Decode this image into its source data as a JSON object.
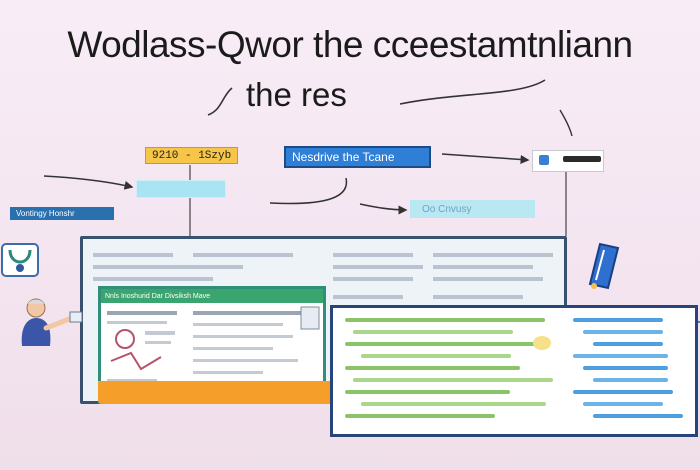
{
  "header": {
    "title": "Wodlass-Qwor the cceestamtnliann",
    "subtitle": "the res"
  },
  "labels": {
    "yellow_tag": "9210 - 1Szyb",
    "blue_tag": "Nesdrive the Tcane",
    "left_tag": "Vontingy Honshr",
    "cyan_bar_text": "Oo Cnvusy"
  },
  "panel": {
    "header_text": "Nnls   Inoshurid Dar Divsiksh Mave"
  },
  "colors": {
    "background": "#f6e9f3",
    "accent_blue": "#2f7fd6",
    "accent_yellow": "#f7c648",
    "panel_green": "#3ba56f",
    "orange": "#f59f2a",
    "frame_navy": "#27457a"
  },
  "icons": {
    "left_doc": "stethoscope-icon",
    "right_doc": "notebook-icon",
    "person": "person-pointing-icon",
    "mini_window": "browser-window-icon"
  }
}
